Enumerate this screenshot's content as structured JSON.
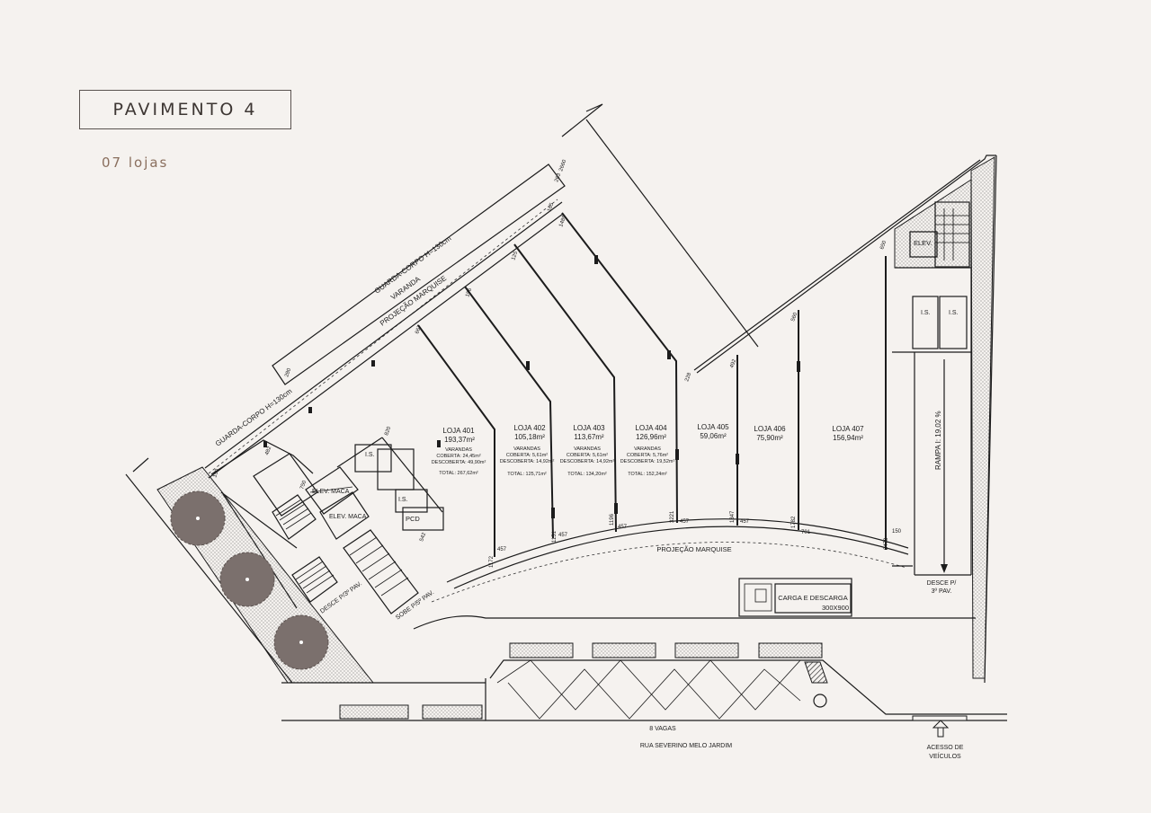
{
  "header": {
    "title": "PAVIMENTO 4",
    "subtitle": "07 lojas"
  },
  "stores": [
    {
      "name": "LOJA 401",
      "area": "193,37m²",
      "varandas": "VARANDAS",
      "coberta": "COBERTA: 24,45m²",
      "descoberta": "DESCOBERTA: 49,90m²",
      "total": "TOTAL: 267,62m²"
    },
    {
      "name": "LOJA 402",
      "area": "105,18m²",
      "varandas": "VARANDAS",
      "coberta": "COBERTA: 5,61m²",
      "descoberta": "DESCOBERTA: 14,92m²",
      "total": "TOTAL: 125,71m²"
    },
    {
      "name": "LOJA 403",
      "area": "113,67m²",
      "varandas": "VARANDAS",
      "coberta": "COBERTA: 5,61m²",
      "descoberta": "DESCOBERTA: 14,92m²",
      "total": "TOTAL: 134,20m²"
    },
    {
      "name": "LOJA 404",
      "area": "126,96m²",
      "varandas": "VARANDAS",
      "coberta": "COBERTA: 5,76m²",
      "descoberta": "DESCOBERTA: 19,52m²",
      "total": "TOTAL: 152,24m²"
    },
    {
      "name": "LOJA 405",
      "area": "59,06m²"
    },
    {
      "name": "LOJA 406",
      "area": "75,90m²"
    },
    {
      "name": "LOJA 407",
      "area": "156,94m²"
    }
  ],
  "labels": {
    "guarda_corpo": "GUARDA-CORPO H=130cm",
    "varanda": "VARANDA",
    "projecao_marquise": "PROJEÇÃO MARQUISE",
    "projecao_marquise_front": "PROJEÇÃO MARQUISE",
    "guarda_corpo_lower": "GUARDA-CORPO H=130cm",
    "elev": "ELEV.",
    "elev_maca_1": "ELEV. MACA",
    "elev_maca_2": "ELEV. MACA",
    "is_1": "I.S.",
    "is_2": "I.S.",
    "is_3": "I.S.",
    "is_4": "I.S.",
    "pcd": "PCD",
    "sobe": "SOBE P/5º PAV.",
    "desce_left": "DESCE P/3º PAV.",
    "rampa": "RAMPA I: 19,02 %",
    "desce_right_1": "DESCE P/",
    "desce_right_2": "3º PAV.",
    "carga_1": "CARGA E DESCARGA",
    "carga_2": "300X900",
    "vagas": "8 VAGAS",
    "rua": "RUA SEVERINO MELO JARDIM",
    "acesso_1": "ACESSO DE",
    "acesso_2": "VEÍCULOS"
  },
  "dimensions": [
    "2660",
    "263",
    "165",
    "1485",
    "125",
    "156",
    "667",
    "482",
    "150",
    "280",
    "492",
    "560",
    "650",
    "228",
    "750",
    "820",
    "542",
    "457",
    "1172",
    "1151",
    "457",
    "1196",
    "457",
    "3221",
    "457",
    "1347",
    "457",
    "1782",
    "701",
    "150",
    "2478"
  ],
  "colors": {
    "background": "#f5f2ef",
    "title": "#3d3633",
    "accent": "#8a6f5e",
    "tree": "#7b706d",
    "line": "#1c1c1c"
  }
}
